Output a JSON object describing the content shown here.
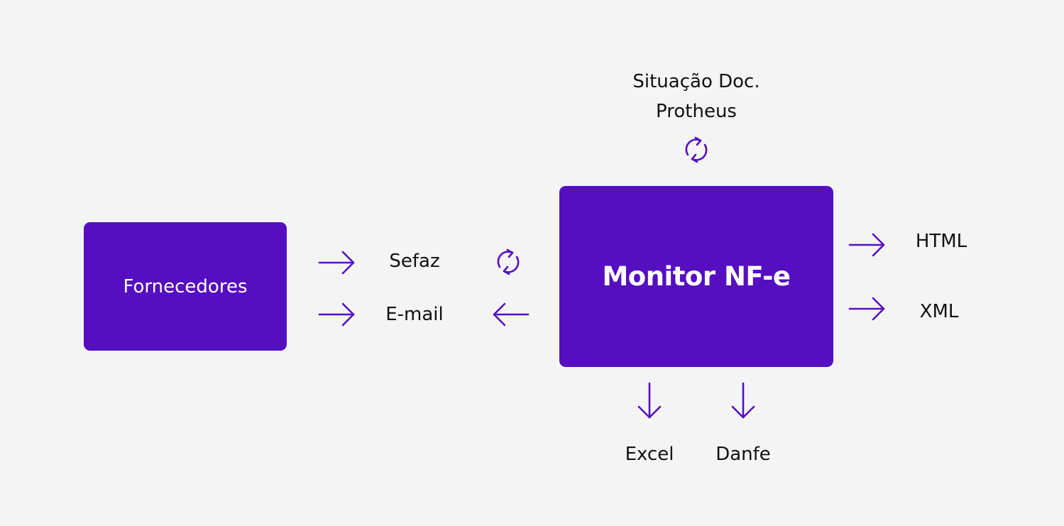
{
  "nodes": {
    "fornecedores": "Fornecedores",
    "monitor": "Monitor NF-e"
  },
  "labels": {
    "situacao": "Situação Doc.\nProtheus",
    "sefaz": "Sefaz",
    "email": "E-mail",
    "html": "HTML",
    "xml": "XML",
    "excel": "Excel",
    "danfe": "Danfe"
  },
  "colors": {
    "background": "#f4f4f4",
    "accent": "#550fc1",
    "box_text": "#ffffff",
    "label_text": "#111111"
  },
  "icons": {
    "sync": "sync-icon",
    "arrow_right": "arrow-right-icon",
    "arrow_left": "arrow-left-icon",
    "arrow_down": "arrow-down-icon"
  }
}
